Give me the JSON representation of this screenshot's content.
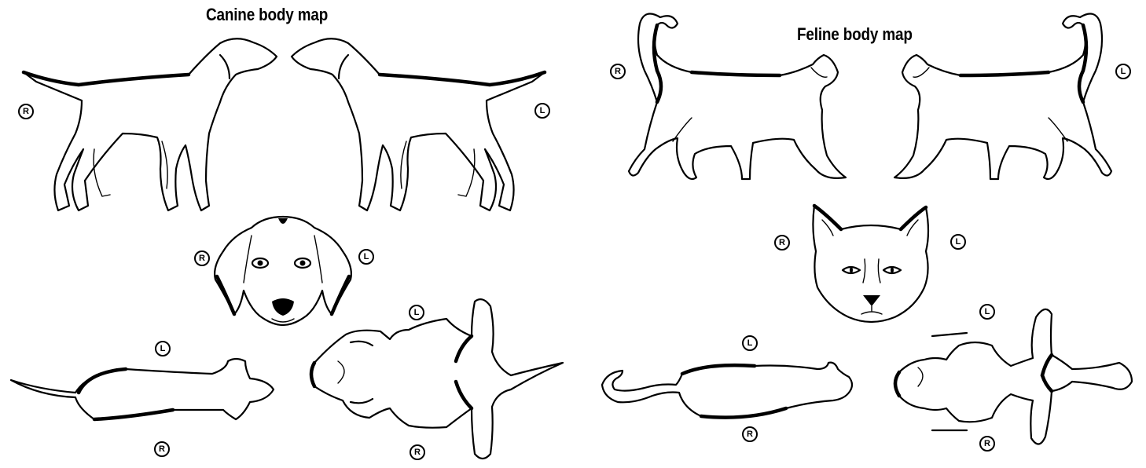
{
  "canine": {
    "title": "Canine body map",
    "labels": {
      "right": "R",
      "left": "L"
    }
  },
  "feline": {
    "title": "Feline body map",
    "labels": {
      "right": "R",
      "left": "L"
    }
  },
  "icons": {
    "side_marker": "circled-letter",
    "dog_profile": "dog-silhouette",
    "dog_face": "dog-face",
    "dog_topdown": "dog-top-view",
    "cat_profile": "cat-silhouette",
    "cat_face": "cat-face",
    "cat_topdown": "cat-top-view"
  }
}
